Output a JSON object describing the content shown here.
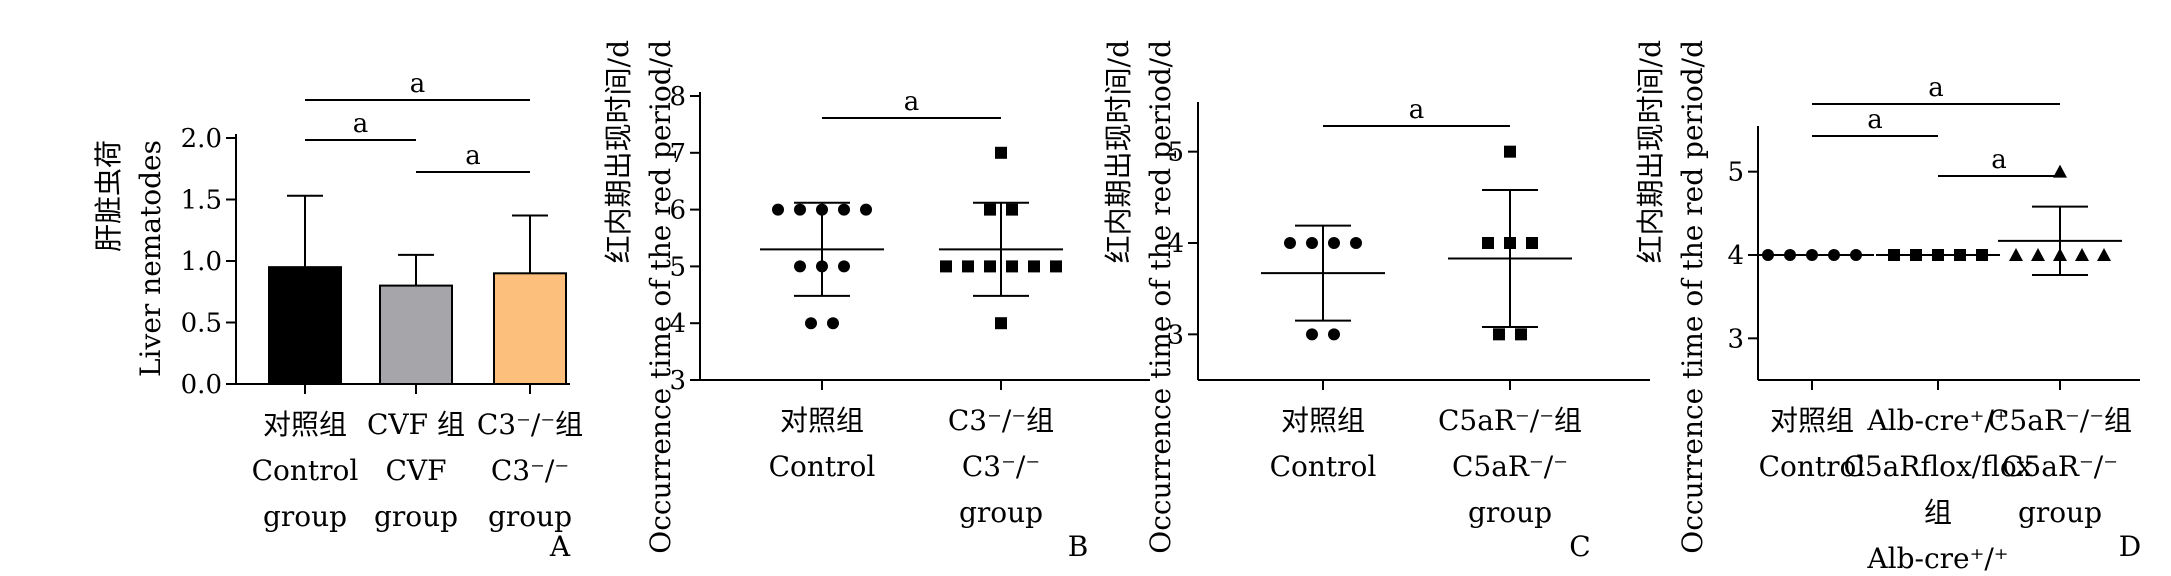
{
  "chart_data": [
    {
      "panel": "A",
      "type": "bar",
      "ylabel_lines": [
        "肝脏虫荷",
        "Liver nematodes"
      ],
      "ylim": [
        0,
        2.0
      ],
      "yticks": [
        "0.0",
        "0.5",
        "1.0",
        "1.5",
        "2.0"
      ],
      "categories": [
        [
          "对照组",
          "Control",
          "group"
        ],
        [
          "CVF 组",
          "CVF",
          "group"
        ],
        [
          "C3⁻/⁻组",
          "C3⁻/⁻",
          "group"
        ]
      ],
      "values": [
        0.95,
        0.8,
        0.9
      ],
      "errors": [
        0.58,
        0.25,
        0.47
      ],
      "colors": [
        "#000000",
        "#a6a6aa",
        "#fcc07c"
      ],
      "significance": [
        {
          "from": 0,
          "to": 2,
          "label": "a"
        },
        {
          "from": 0,
          "to": 1,
          "label": "a"
        },
        {
          "from": 1,
          "to": 2,
          "label": "a"
        }
      ]
    },
    {
      "panel": "B",
      "type": "scatter",
      "ylabel_lines": [
        "红内期出现时间/d",
        "Occurrence time of the red period/d"
      ],
      "ylim": [
        3,
        8
      ],
      "yticks": [
        "3",
        "4",
        "5",
        "6",
        "7",
        "8"
      ],
      "categories": [
        [
          "对照组",
          "Control"
        ],
        [
          "C3⁻/⁻组",
          "C3⁻/⁻",
          "group"
        ]
      ],
      "series": [
        {
          "marker": "circle",
          "values": [
            6,
            6,
            6,
            6,
            6,
            5,
            5,
            5,
            4,
            4
          ],
          "mean": 5.3,
          "sd": 0.82
        },
        {
          "marker": "square",
          "values": [
            7,
            6,
            6,
            5,
            5,
            5,
            5,
            5,
            5,
            4
          ],
          "mean": 5.3,
          "sd": 0.82
        }
      ],
      "significance": [
        {
          "from": 0,
          "to": 1,
          "label": "a"
        }
      ]
    },
    {
      "panel": "C",
      "type": "scatter",
      "ylabel_lines": [
        "红内期出现时间/d",
        "Occurrence time of the red period/d"
      ],
      "ylim": [
        2.5,
        5.5
      ],
      "yticks": [
        "3",
        "4",
        "5"
      ],
      "categories": [
        [
          "对照组",
          "Control"
        ],
        [
          "C5aR⁻/⁻组",
          "C5aR⁻/⁻",
          "group"
        ]
      ],
      "series": [
        {
          "marker": "circle",
          "values": [
            4,
            4,
            4,
            4,
            3,
            3
          ],
          "mean": 3.67,
          "sd": 0.52
        },
        {
          "marker": "square",
          "values": [
            5,
            4,
            4,
            4,
            3,
            3
          ],
          "mean": 3.83,
          "sd": 0.75
        }
      ],
      "significance": [
        {
          "from": 0,
          "to": 1,
          "label": "a"
        }
      ]
    },
    {
      "panel": "D",
      "type": "scatter",
      "ylabel_lines": [
        "红内期出现时间/d",
        "Occurrence time of the red period/d"
      ],
      "ylim": [
        2.5,
        5.5
      ],
      "yticks": [
        "3",
        "4",
        "5"
      ],
      "categories": [
        [
          "对照组",
          "Control"
        ],
        [
          "Alb-cre⁺/⁺",
          "C5aRflox/flox",
          "组",
          "Alb-cre⁺/⁺"
        ],
        [
          "C5aR⁻/⁻组",
          "C5aR⁻/⁻",
          "group"
        ]
      ],
      "series": [
        {
          "marker": "circle",
          "values": [
            4,
            4,
            4,
            4,
            4
          ],
          "mean": 4.0,
          "sd": 0
        },
        {
          "marker": "square",
          "values": [
            4,
            4,
            4,
            4,
            4
          ],
          "mean": 4.0,
          "sd": 0
        },
        {
          "marker": "triangle",
          "values": [
            5,
            4,
            4,
            4,
            4,
            4
          ],
          "mean": 4.17,
          "sd": 0.41
        }
      ],
      "significance": [
        {
          "from": 0,
          "to": 2,
          "label": "a"
        },
        {
          "from": 0,
          "to": 1,
          "label": "a"
        },
        {
          "from": 1,
          "to": 2,
          "label": "a"
        }
      ]
    }
  ]
}
